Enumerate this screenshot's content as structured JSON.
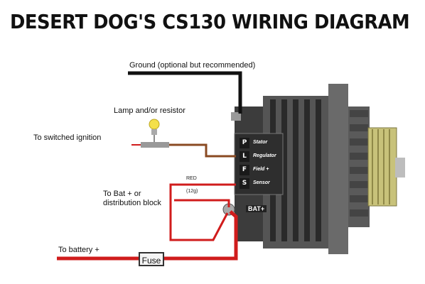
{
  "title": "DESERT DOG'S CS130 WIRING DIAGRAM",
  "labels": {
    "ground": "Ground (optional but recommended)",
    "lamp": "Lamp and/or resistor",
    "switched_ignition": "To switched ignition",
    "bat_plus_line1": "To Bat + or",
    "bat_plus_line2": "distribution block",
    "to_battery": "To battery +",
    "wire_color": "RED",
    "wire_gauge": "(12g)",
    "fuse": "Fuse"
  },
  "terminals": [
    {
      "letter": "P",
      "name": "Stator"
    },
    {
      "letter": "L",
      "name": "Regulator"
    },
    {
      "letter": "F",
      "name": "Field +"
    },
    {
      "letter": "S",
      "name": "Sensor"
    }
  ],
  "battery_terminal": "BAT+",
  "colors": {
    "red_wire": "#d01c1c",
    "brown_wire": "#8a4a22",
    "black_wire": "#111111",
    "alternator_body": "#4a4a4a",
    "pulley": "#c8c27a"
  }
}
